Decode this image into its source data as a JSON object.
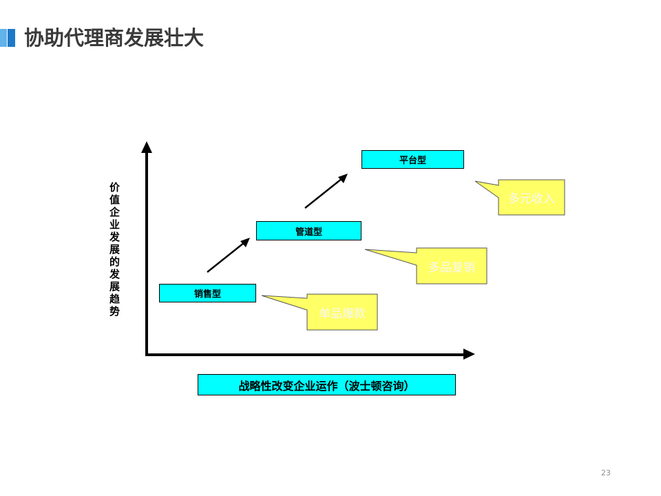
{
  "slide": {
    "title": "协助代理商发展壮大",
    "page_number": "23"
  },
  "diagram": {
    "y_axis_label": "价值企业发展的发展趋势",
    "x_axis_caption": "战略性改变企业运作（波士顿咨询）",
    "stages": [
      {
        "label": "销售型"
      },
      {
        "label": "管道型"
      },
      {
        "label": "平台型"
      }
    ],
    "callouts": [
      {
        "text": "单品爆款"
      },
      {
        "text": "多品复销"
      },
      {
        "text": "多元收入"
      }
    ]
  },
  "icons": {
    "title_marker": "title-marker-icon",
    "axis_arrows": "arrow-icon",
    "trend_arrows": "diagonal-arrow-icon"
  },
  "colors": {
    "accent": "#1e78c8",
    "accent_light": "#62b3ea",
    "title_text": "#3a3a3a",
    "stage_fill": "#00ffff",
    "callout_fill": "#ffff66",
    "callout_text": "#f7f7f7",
    "axis": "#000000",
    "page_number": "#8c8c8c"
  }
}
